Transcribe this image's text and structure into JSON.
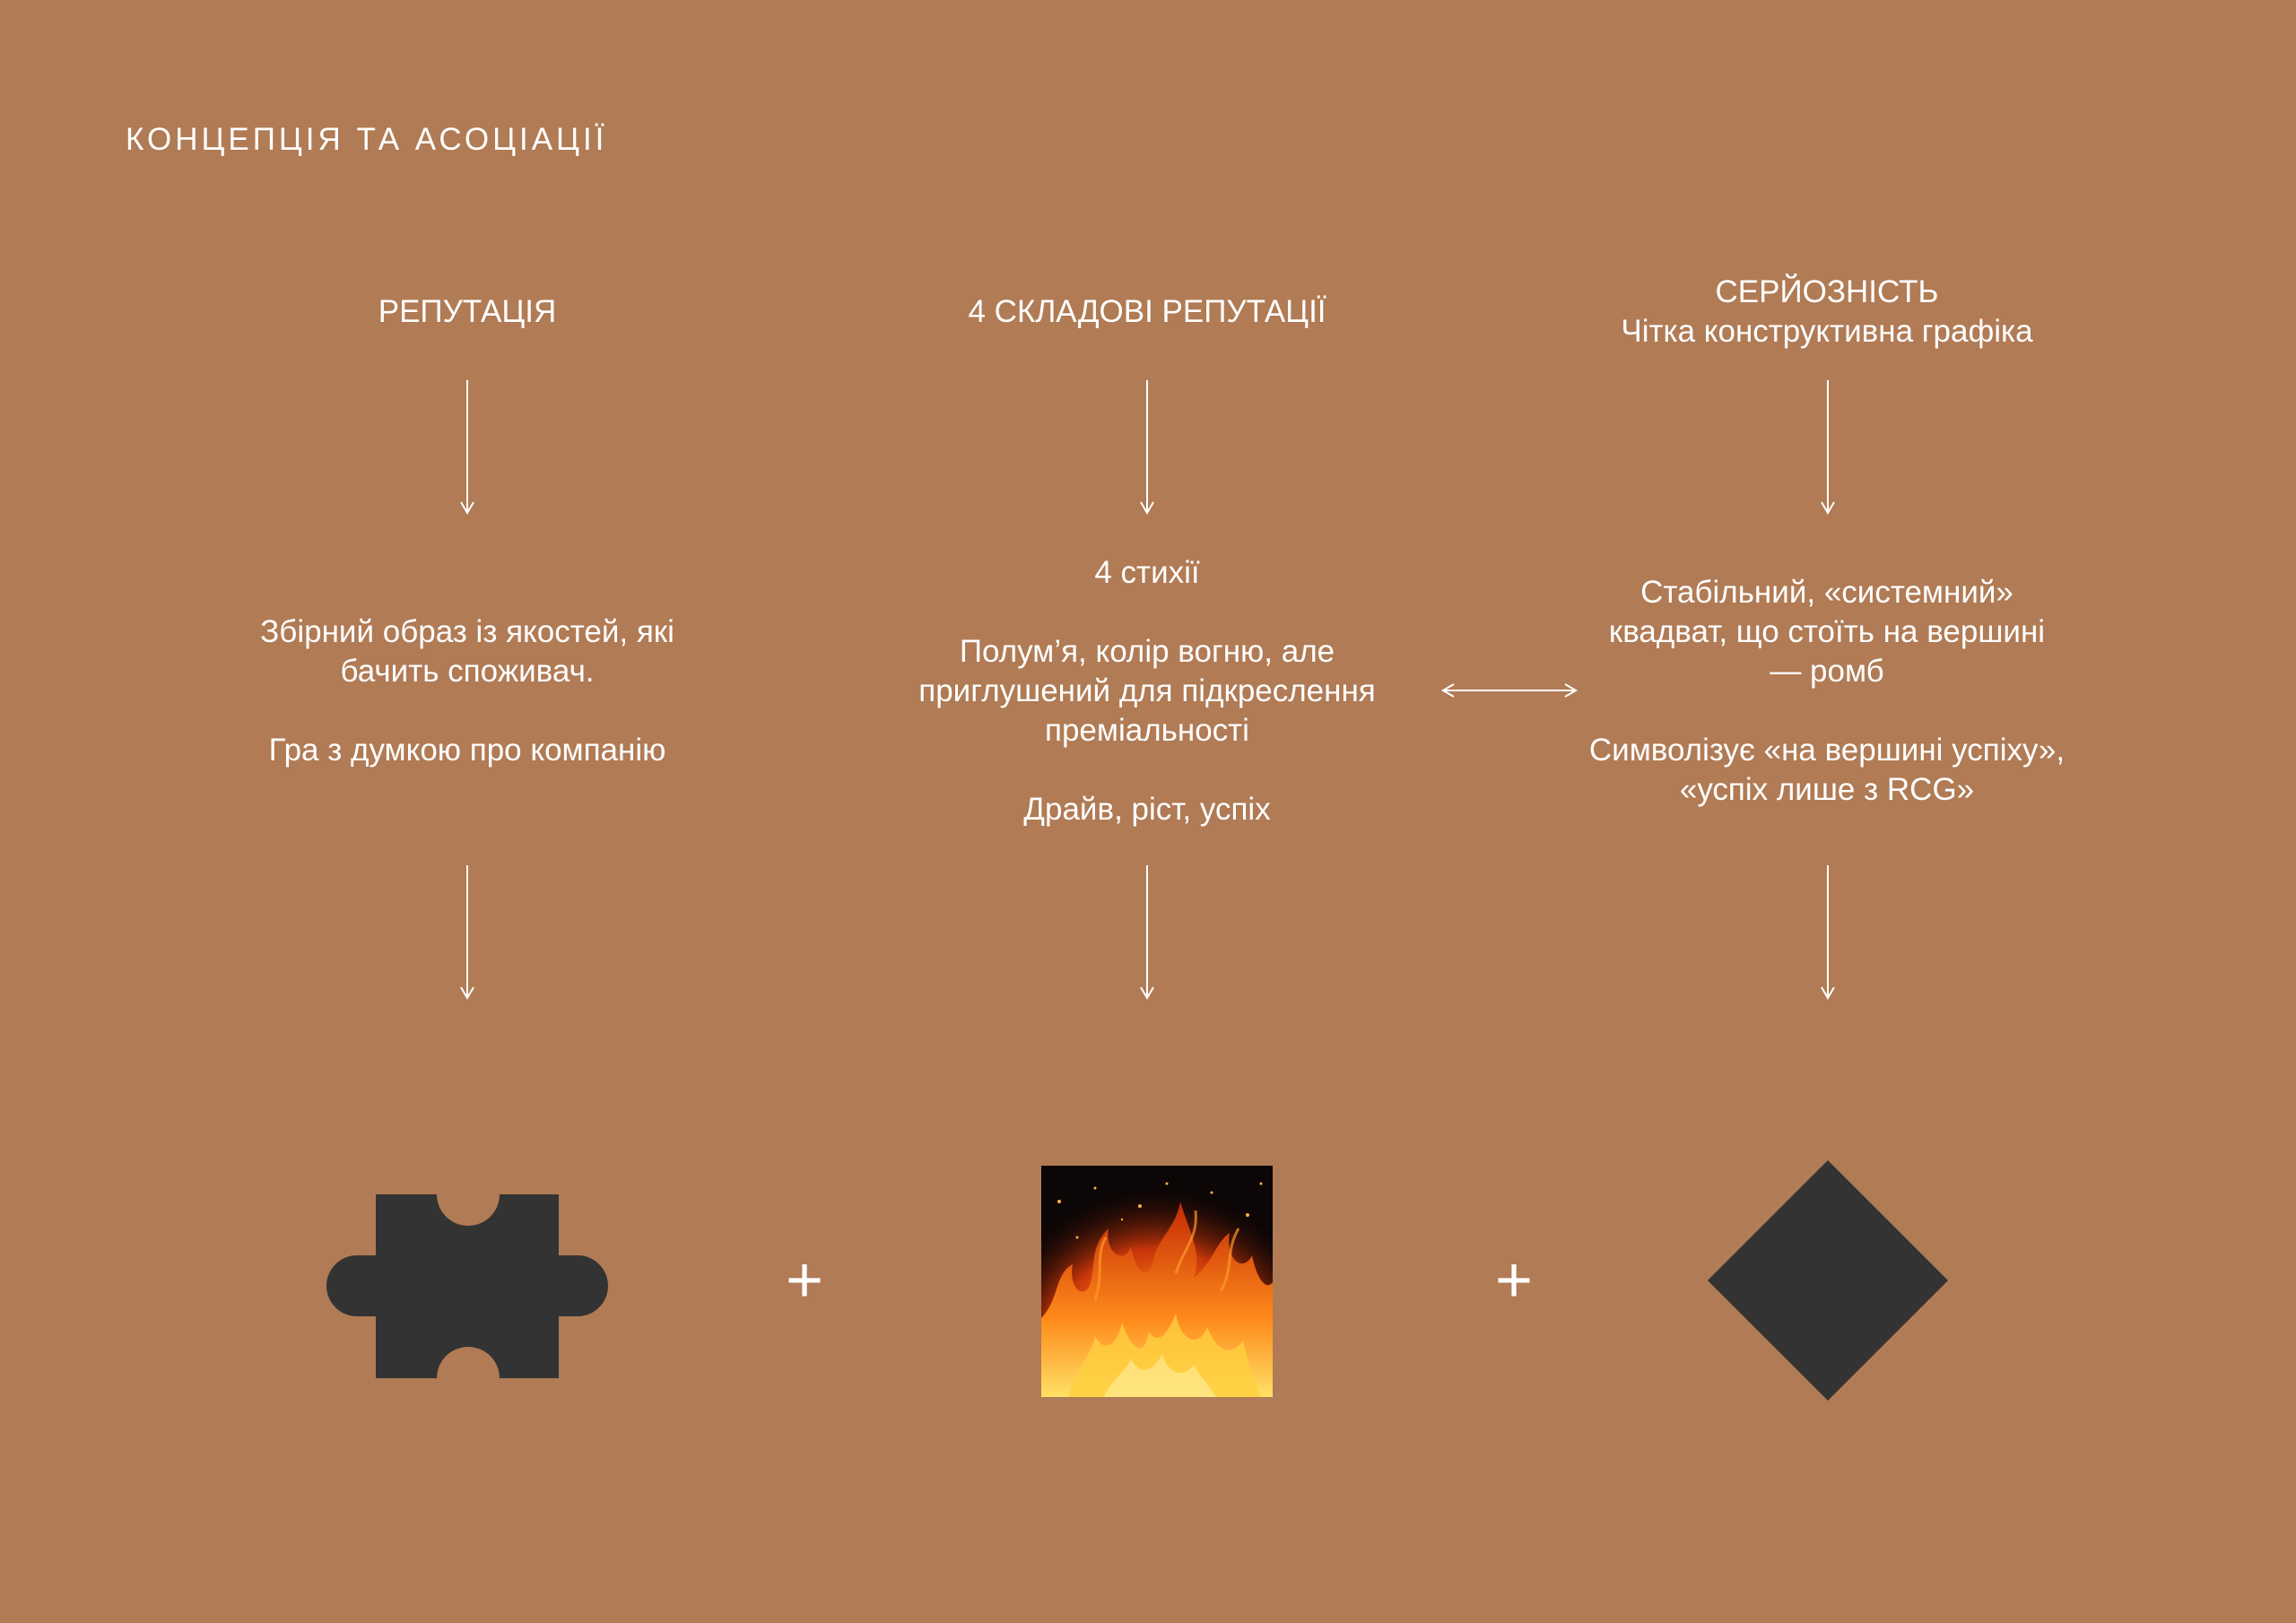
{
  "page": {
    "title": "КОНЦЕПЦІЯ ТА АСОЦІАЦІЇ",
    "background_color": "#B07B55",
    "symbol_color": "#333333",
    "text_color": "#FFFFFF"
  },
  "columns": [
    {
      "heading_lines": [
        "РЕПУТАЦІЯ"
      ],
      "paragraphs": [
        "Збірний образ із якостей, які бачить споживач.",
        "Гра з думкою про компанію"
      ],
      "symbol": "puzzle-piece-icon"
    },
    {
      "heading_lines": [
        "4 СКЛАДОВІ РЕПУТАЦІЇ"
      ],
      "paragraphs": [
        "4 стихії",
        "Полум’я, колір вогню, але приглушений для підкреслення преміальності",
        "Драйв, ріст, успіх"
      ],
      "symbol": "fire-image"
    },
    {
      "heading_lines": [
        "СЕРЙОЗНІСТЬ",
        "Чітка конструктивна графіка"
      ],
      "paragraphs": [
        "Стабільний, «системний» квадват, що стоїть на вершині — ромб",
        "Символізує «на вершині успіху», «успіх лише з RCG»"
      ],
      "symbol": "diamond-icon"
    }
  ],
  "operators": [
    "+",
    "+"
  ]
}
